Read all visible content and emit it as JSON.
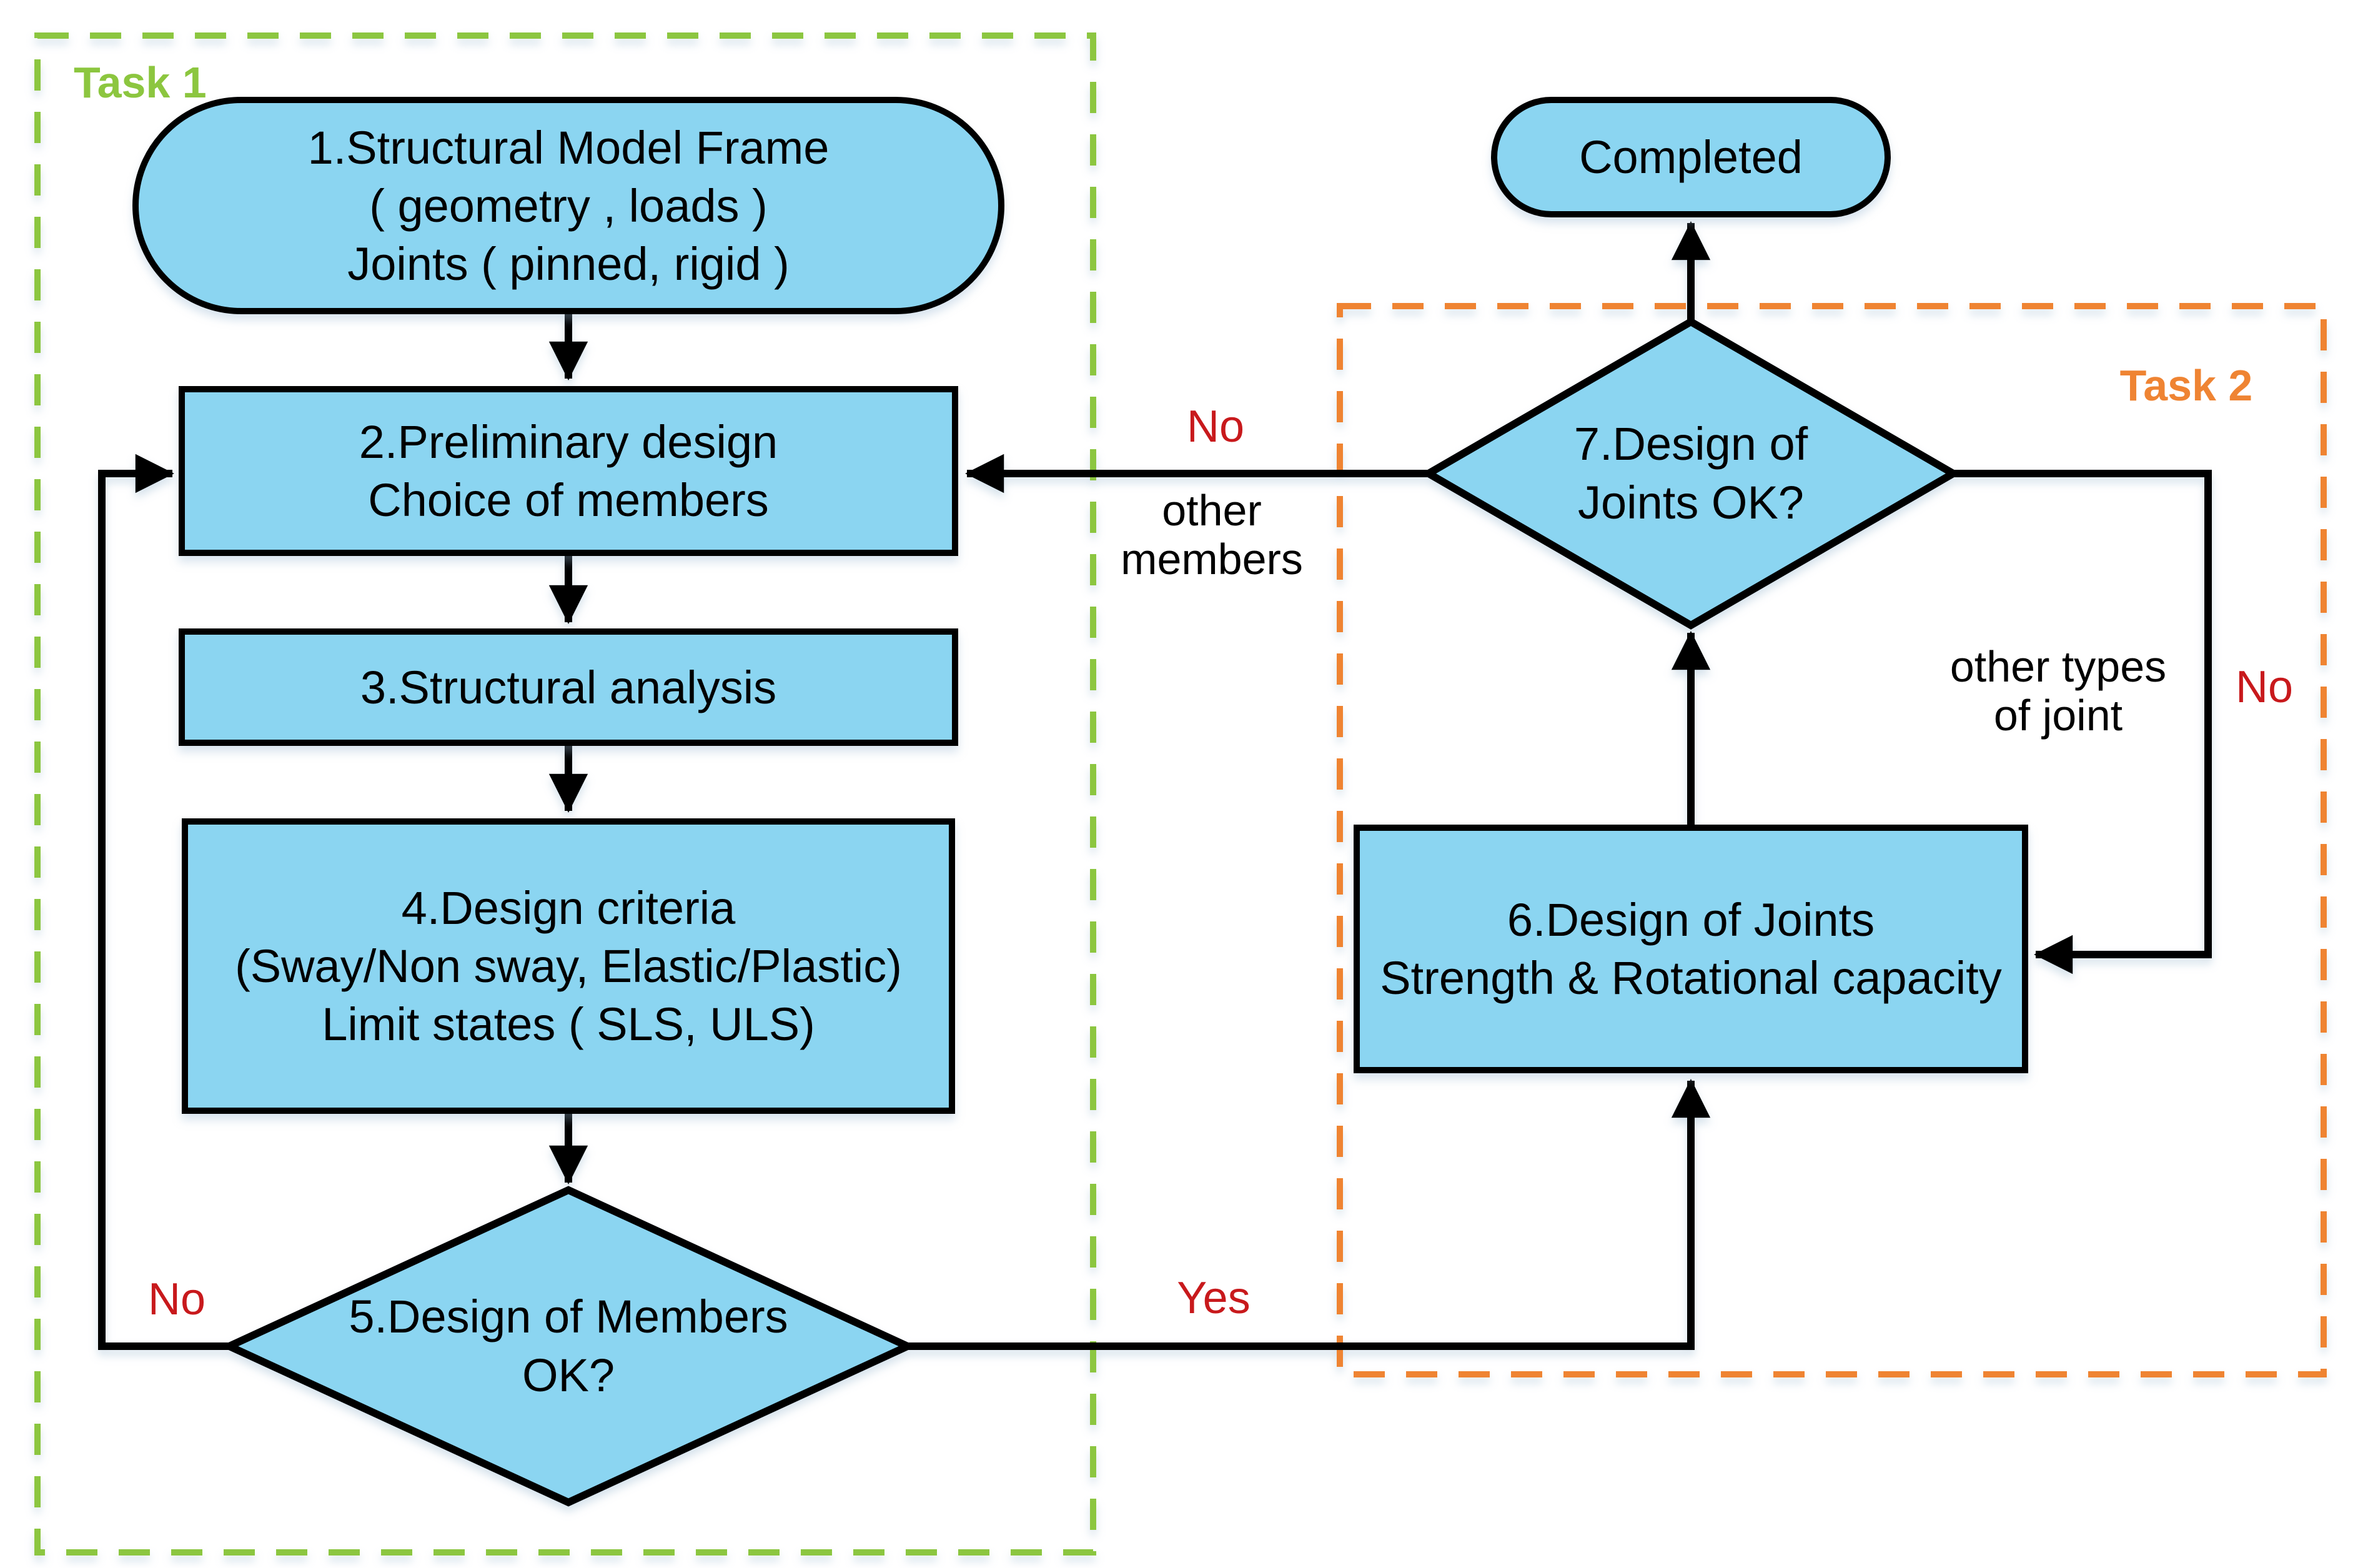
{
  "colors": {
    "background": "#FFFFFF",
    "node_fill": "#8BD5F1",
    "outline": "#000000",
    "task1_green": "#8CC63F",
    "task2_orange": "#EF8433",
    "decision_red": "#C8191C",
    "text": "#000000"
  },
  "tasks": {
    "task1_label": "Task 1",
    "task2_label": "Task 2"
  },
  "nodes": {
    "start": {
      "lines": [
        "1.Structural Model Frame",
        "( geometry , loads )",
        "Joints ( pinned, rigid )"
      ]
    },
    "preliminary": {
      "lines": [
        "2.Preliminary design",
        "Choice of members"
      ]
    },
    "analysis": {
      "lines": [
        "3.Structural analysis"
      ]
    },
    "criteria": {
      "lines": [
        "4.Design criteria",
        "(Sway/Non sway, Elastic/Plastic)",
        "Limit states ( SLS, ULS)"
      ]
    },
    "members_ok": {
      "lines": [
        "5.Design of Members",
        "OK?"
      ]
    },
    "joints_design": {
      "lines": [
        "6.Design of Joints",
        "Strength & Rotational capacity"
      ]
    },
    "joints_ok": {
      "lines": [
        "7.Design of",
        "Joints OK?"
      ]
    },
    "completed": {
      "lines": [
        "Completed"
      ]
    }
  },
  "edge_labels": {
    "no_to_preliminary": "No",
    "other_members_line1": "other",
    "other_members_line2": "members",
    "yes": "Yes",
    "no_members_loop": "No",
    "other_joint_line1": "other types",
    "other_joint_line2": "of joint",
    "no_joints_loop": "No"
  }
}
